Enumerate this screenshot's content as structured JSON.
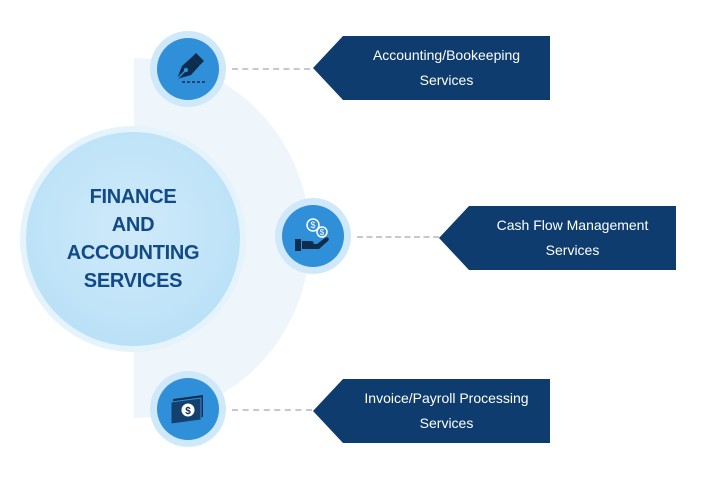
{
  "center": {
    "lines": [
      "FINANCE",
      "AND",
      "ACCOUNTING",
      "SERVICES"
    ]
  },
  "services": [
    {
      "line1": "Accounting/Bookeeping",
      "line2": "Services",
      "icon": "pen-nib-icon"
    },
    {
      "line1": "Cash Flow Management",
      "line2": "Services",
      "icon": "hand-coins-icon"
    },
    {
      "line1": "Invoice/Payroll Processing",
      "line2": "Services",
      "icon": "banknotes-icon"
    }
  ],
  "colors": {
    "banner": "#0e3c6e",
    "icon_fill": "#2f8fd9",
    "icon_ring": "#cfe9fa",
    "title_text": "#114a86",
    "main_circle": "#bfe3f8",
    "connector": "#c6c9cc"
  }
}
